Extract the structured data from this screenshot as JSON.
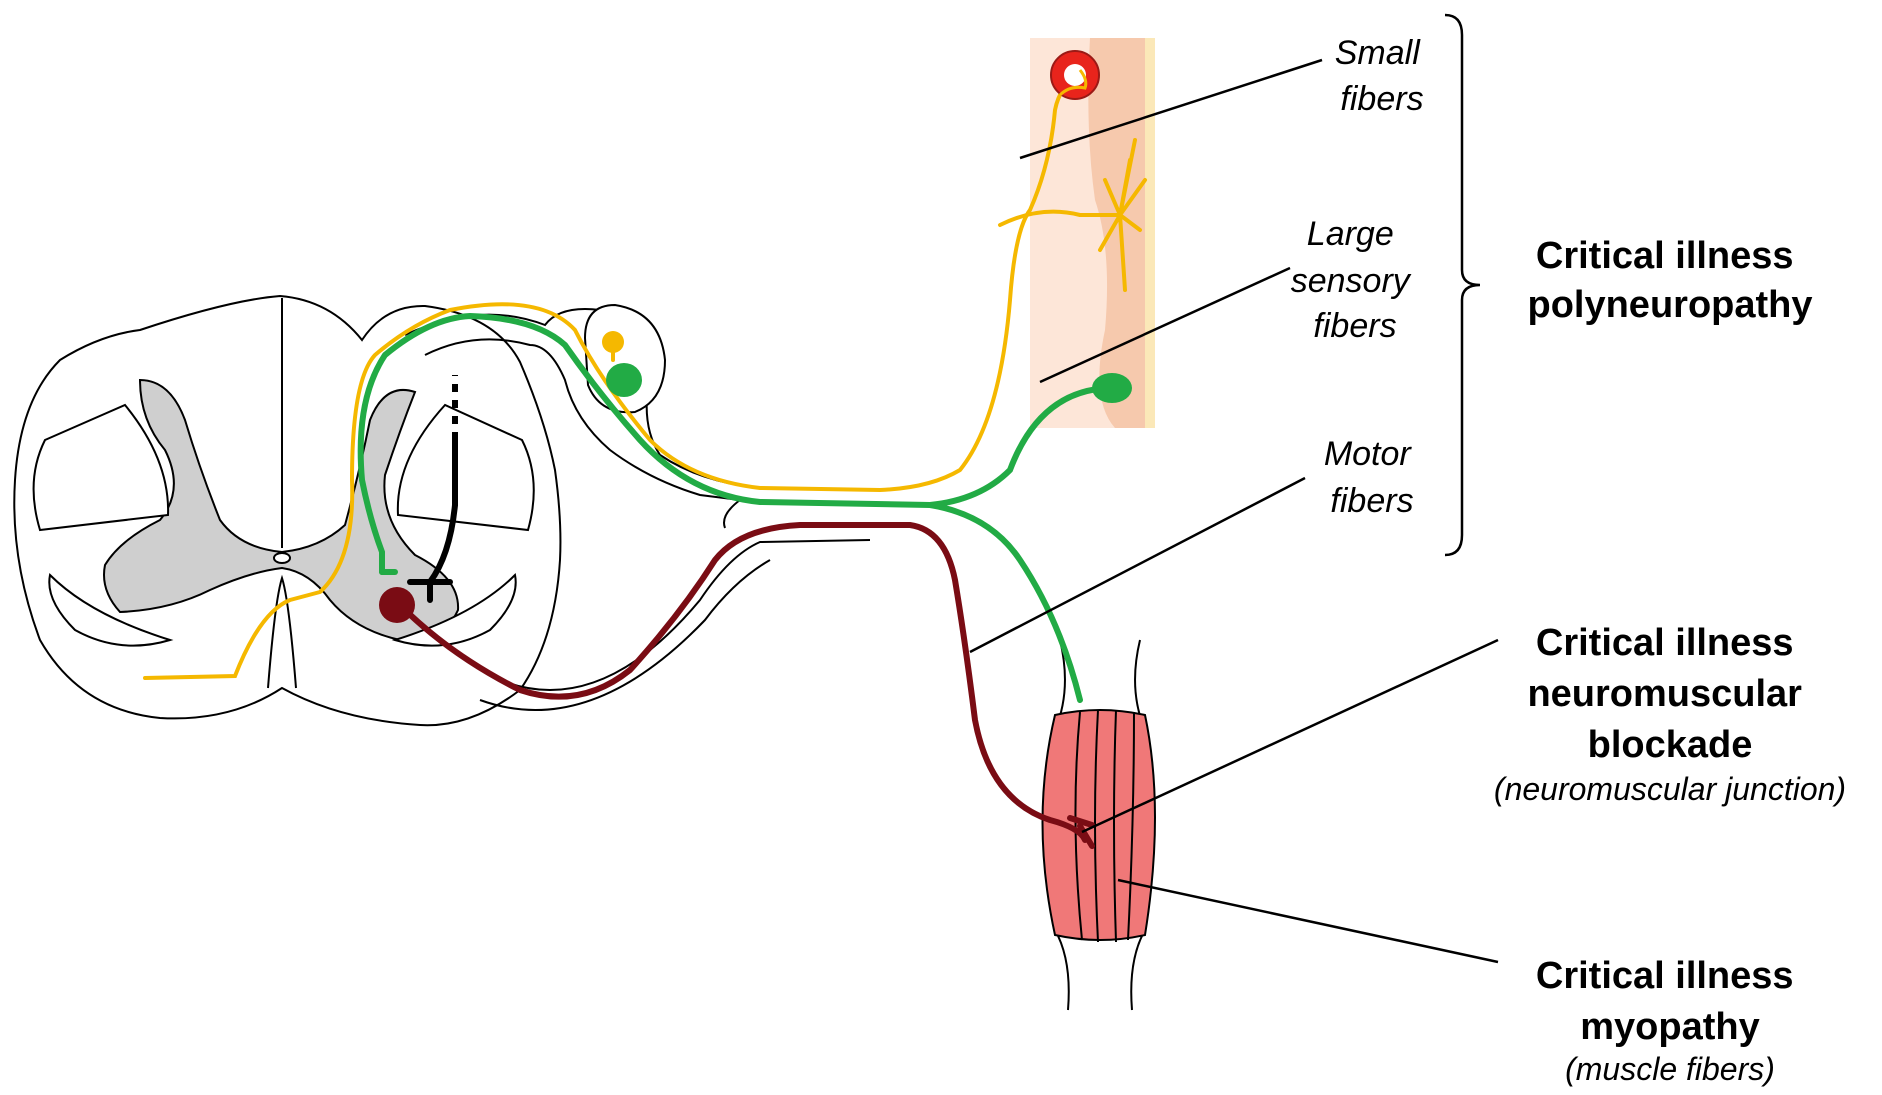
{
  "colors": {
    "small_fiber": "#f5b800",
    "large_fiber": "#22ab45",
    "motor_fiber": "#7a0c14",
    "gray_matter": "#cfcfcf",
    "skin": "#f6c9ad",
    "muscle": "#f07878",
    "receptor": "#e8241c"
  },
  "labels": {
    "small_fibers": [
      "Small",
      "fibers"
    ],
    "large_fibers": [
      "Large",
      "sensory",
      "fibers"
    ],
    "motor_fibers": [
      "Motor",
      "fibers"
    ]
  },
  "conditions": {
    "polyneuropathy": {
      "lines": [
        "Critical illness",
        "polyneuropathy"
      ]
    },
    "nm_blockade": {
      "lines": [
        "Critical illness",
        "neuromuscular",
        "blockade"
      ],
      "note": "(neuromuscular junction)"
    },
    "myopathy": {
      "lines": [
        "Critical illness",
        "myopathy"
      ],
      "note": "(muscle fibers)"
    }
  }
}
